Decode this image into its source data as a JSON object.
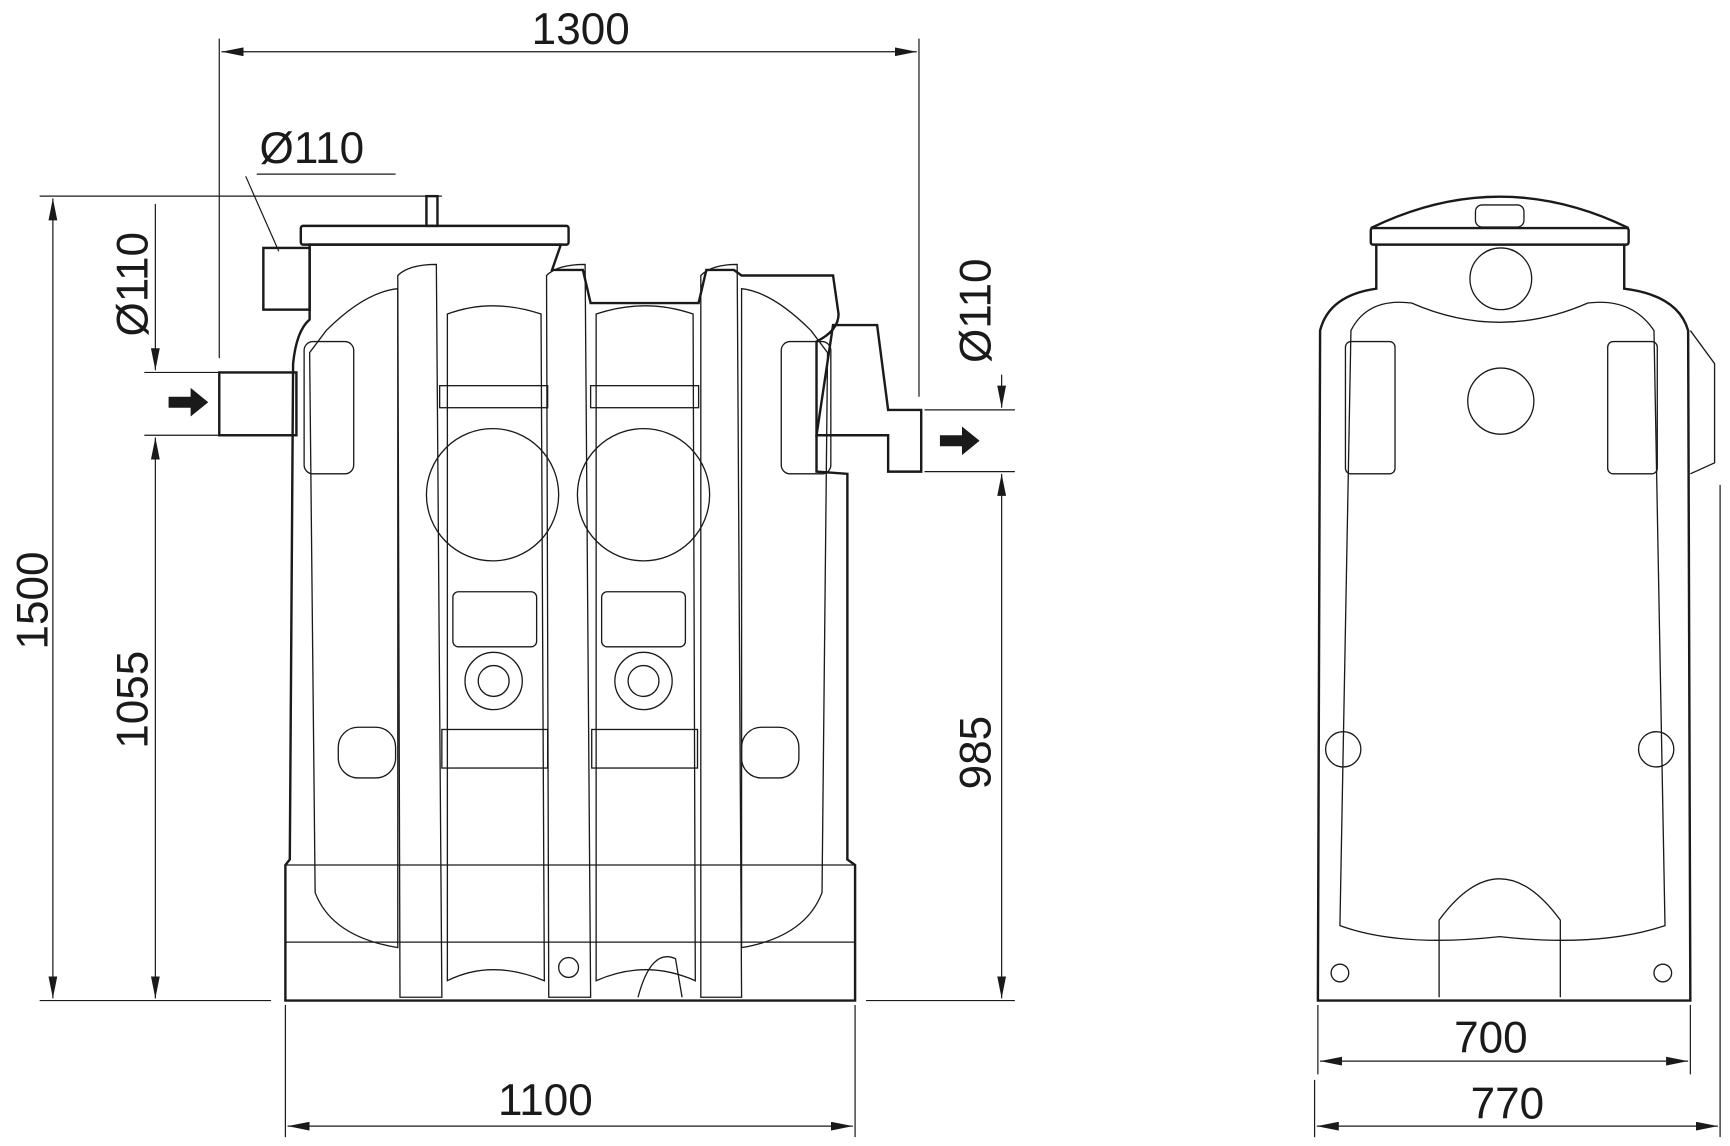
{
  "front_view": {
    "width_overall": "1300",
    "height_overall": "1500",
    "inlet_height": "1055",
    "outlet_height": "985",
    "base_width": "1100",
    "inlet_diameter": "Ø110",
    "outlet_diameter": "Ø110",
    "vent_diameter": "Ø110"
  },
  "side_view": {
    "inner_width": "700",
    "outer_width": "770"
  }
}
